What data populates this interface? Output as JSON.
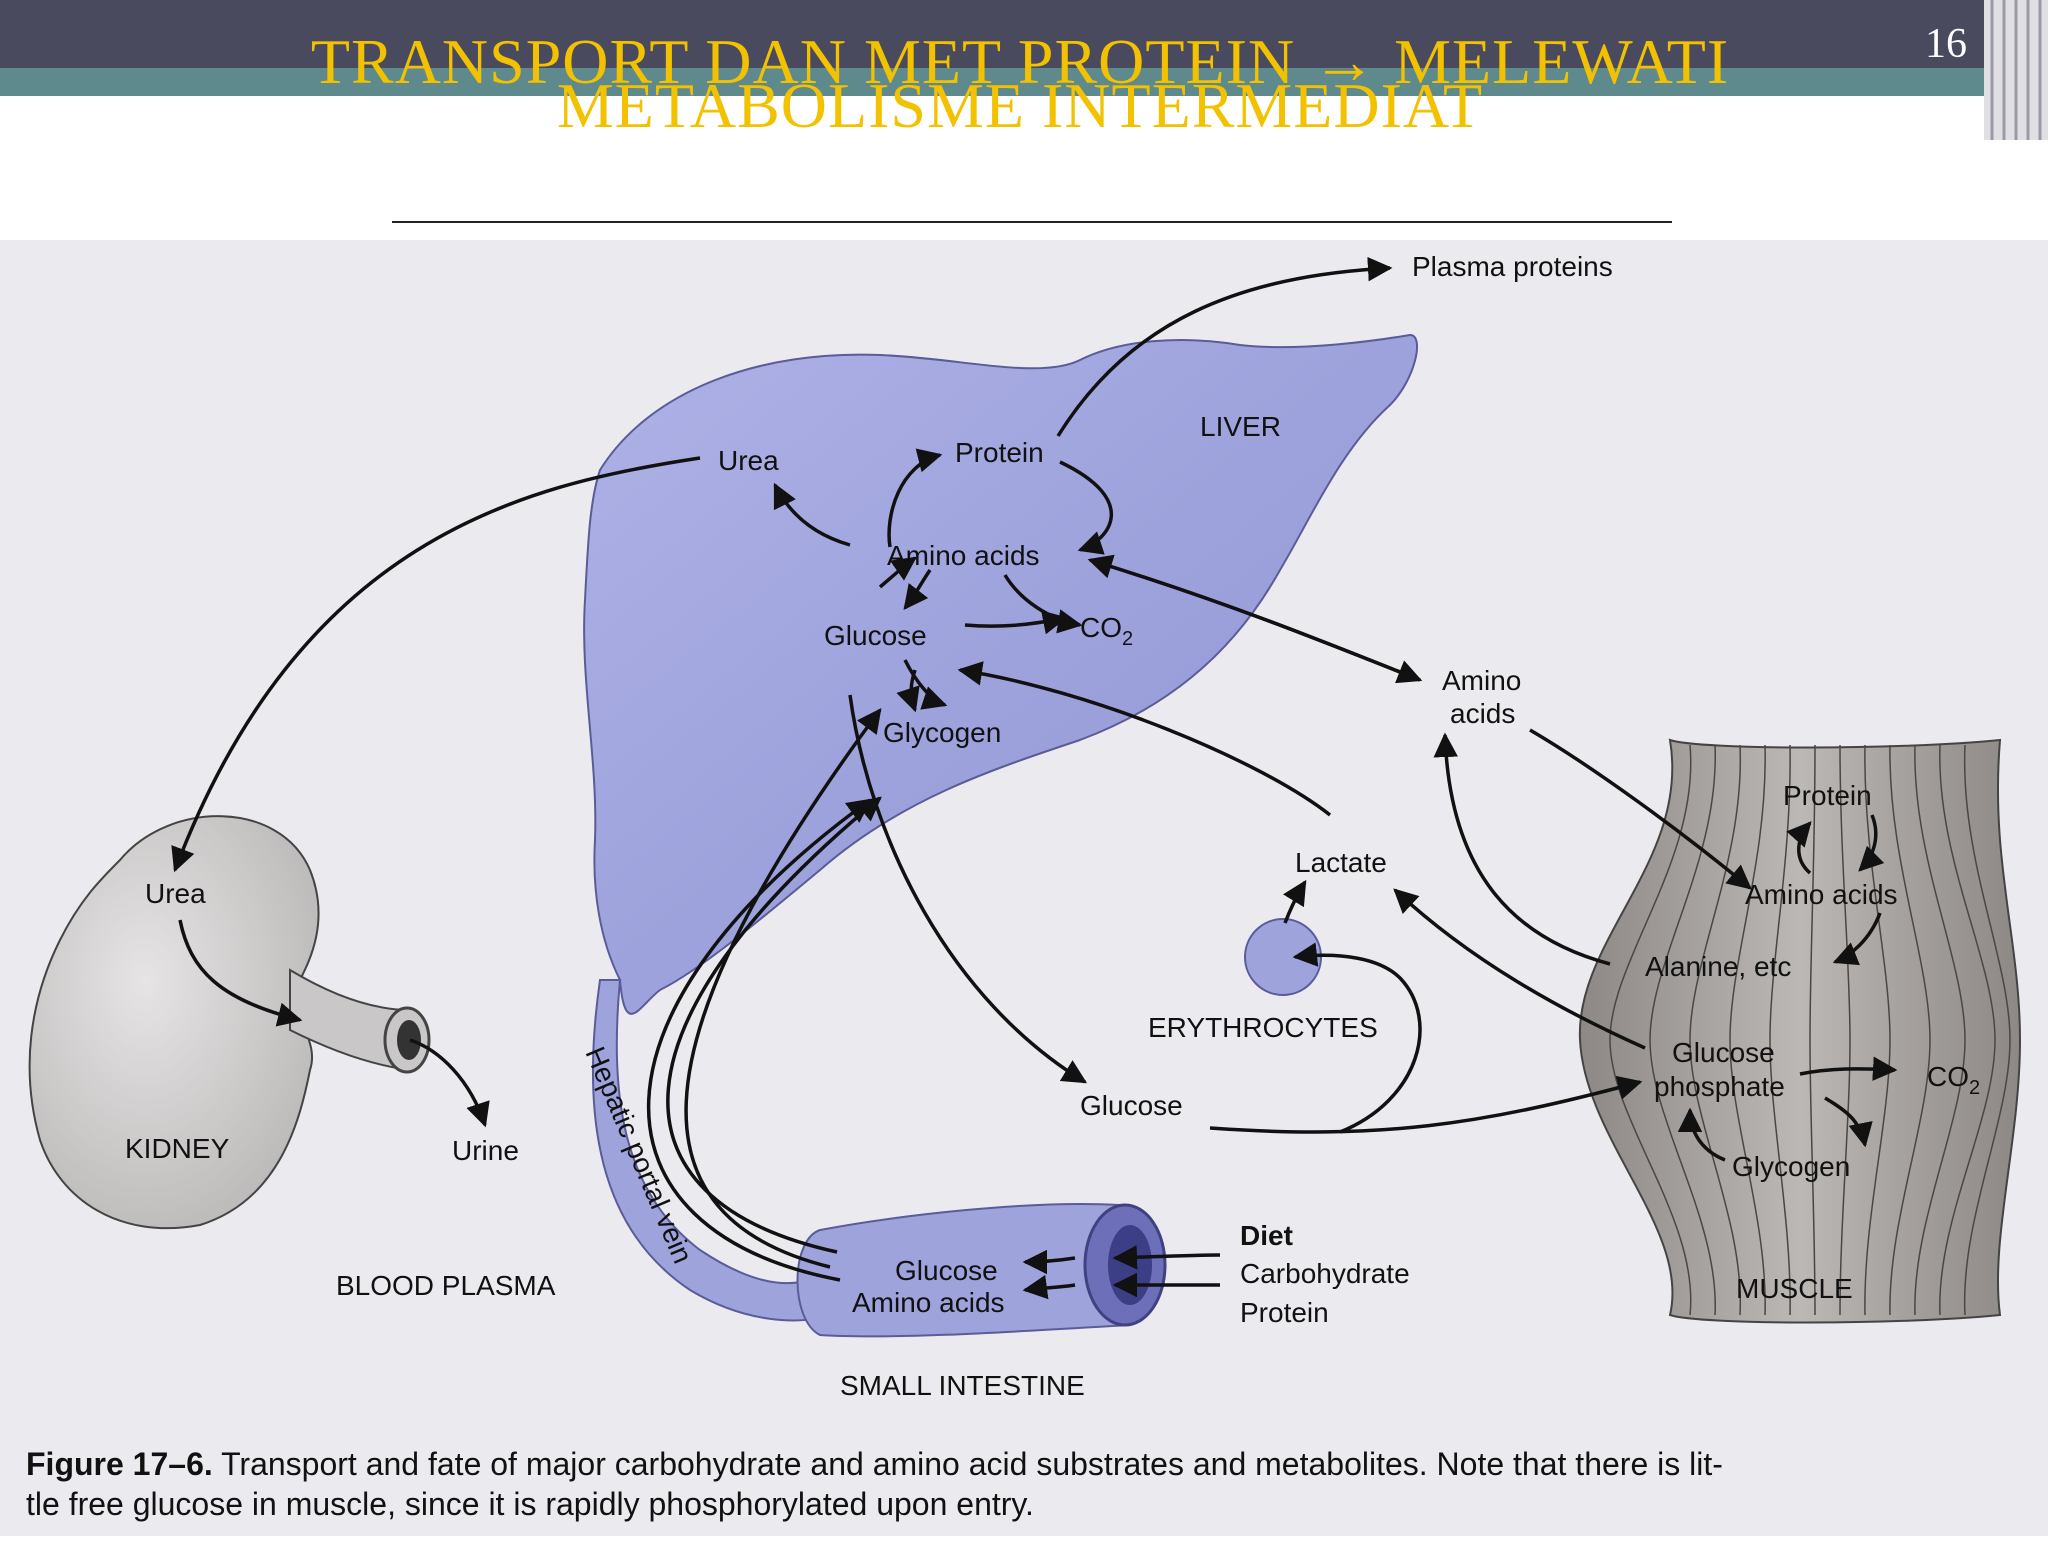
{
  "slide": {
    "title_line1": "TRANSPORT DAN MET PROTEIN → MELEWATI",
    "title_line2": "METABOLISME INTERMEDIAT",
    "page_number": "16",
    "title_color": "#f2c200"
  },
  "figure": {
    "organs": {
      "liver": "LIVER",
      "kidney": "KIDNEY",
      "muscle": "MUSCLE",
      "erythrocytes": "ERYTHROCYTES",
      "small_intestine": "SMALL INTESTINE",
      "blood_plasma": "BLOOD PLASMA",
      "hepatic_portal_vein": "Hepatic portal vein"
    },
    "liver_labels": {
      "urea": "Urea",
      "protein": "Protein",
      "amino_acids": "Amino acids",
      "co2": "CO",
      "glucose": "Glucose",
      "glycogen": "Glycogen"
    },
    "plasma_labels": {
      "plasma_proteins": "Plasma proteins",
      "amino_acids_line1": "Amino",
      "amino_acids_line2": "acids",
      "lactate": "Lactate",
      "glucose": "Glucose"
    },
    "kidney_labels": {
      "urea": "Urea",
      "urine": "Urine"
    },
    "muscle_labels": {
      "protein": "Protein",
      "amino_acids": "Amino acids",
      "alanine": "Alanine, etc",
      "glucose_phosphate_line1": "Glucose",
      "glucose_phosphate_line2": "phosphate",
      "co2": "CO",
      "glycogen": "Glycogen"
    },
    "intestine_labels": {
      "glucose": "Glucose",
      "amino_acids": "Amino acids",
      "diet": "Diet",
      "carbohydrate": "Carbohydrate",
      "protein": "Protein"
    },
    "subscript_2": "2",
    "colors": {
      "organ_blue": "#9fa3dc",
      "muscle_gray": "#aba7a4",
      "kidney_gray": "#d6d4d4",
      "background": "#ebebef"
    }
  },
  "caption": {
    "figure_label": "Figure 17–6.",
    "text_line1": " Transport and fate of major carbohydrate and amino acid substrates and metabolites. Note that there is lit-",
    "text_line2": "tle free glucose in muscle, since it is rapidly phosphorylated upon entry."
  }
}
